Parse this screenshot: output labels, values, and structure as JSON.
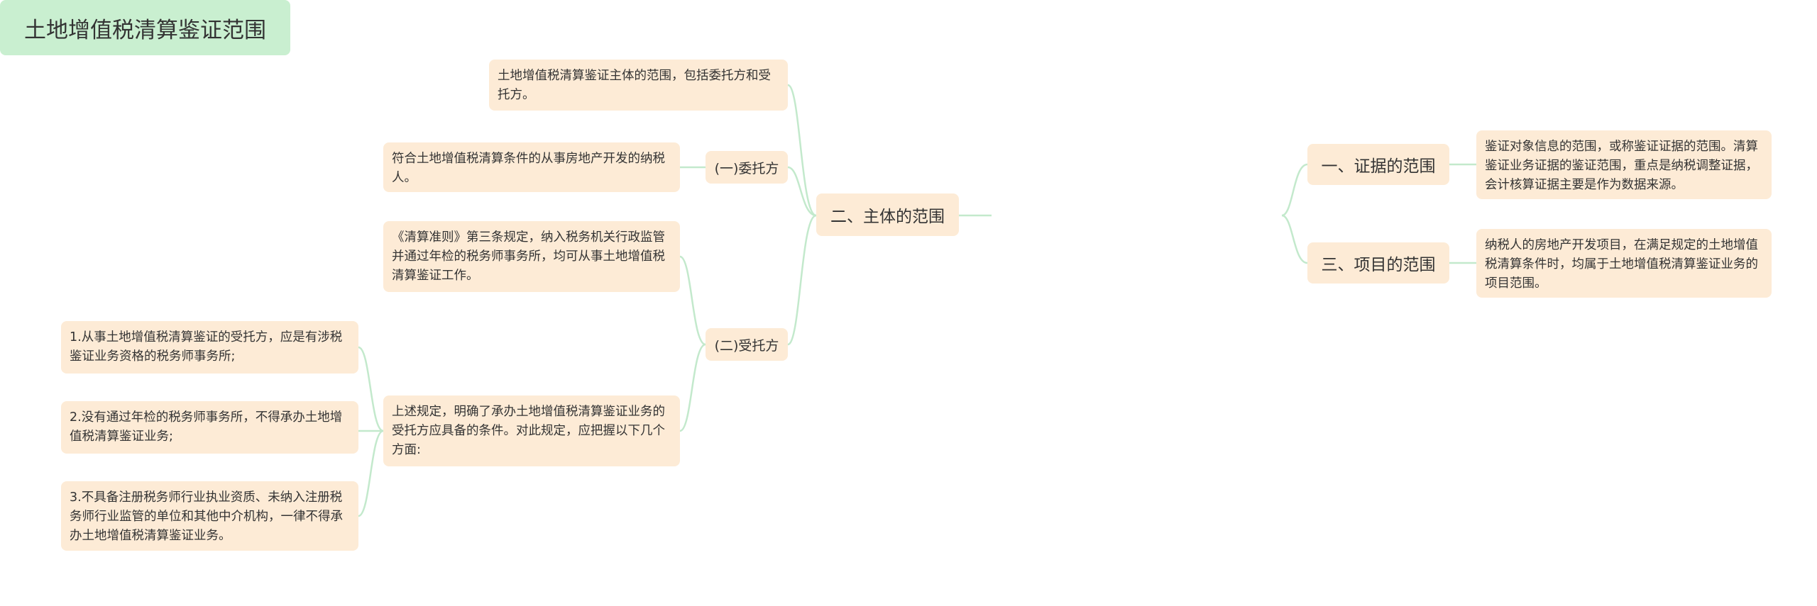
{
  "root": {
    "label": "土地增值税清算鉴证范围"
  },
  "branches": {
    "subject": {
      "label": "二、主体的范围"
    },
    "evidence": {
      "label": "一、证据的范围"
    },
    "project": {
      "label": "三、项目的范围"
    }
  },
  "subs": {
    "principal": {
      "label": "(一)委托方"
    },
    "agent": {
      "label": "(二)受托方"
    }
  },
  "leaves": {
    "subject_scope": "土地增值税清算鉴证主体的范围，包括委托方和受托方。",
    "principal_desc": "符合土地增值税清算条件的从事房地产开发的纳税人。",
    "agent_rule": "《清算准则》第三条规定，纳入税务机关行政监管并通过年检的税务师事务所，均可从事土地增值税清算鉴证工作。",
    "agent_conditions": "上述规定，明确了承办土地增值税清算鉴证业务的受托方应具备的条件。对此规定，应把握以下几个方面:",
    "cond_1": "1.从事土地增值税清算鉴证的受托方，应是有涉税鉴证业务资格的税务师事务所;",
    "cond_2": "2.没有通过年检的税务师事务所，不得承办土地增值税清算鉴证业务;",
    "cond_3": "3.不具备注册税务师行业执业资质、未纳入注册税务师行业监管的单位和其他中介机构，一律不得承办土地增值税清算鉴证业务。",
    "evidence_desc": "鉴证对象信息的范围，或称鉴证证据的范围。清算鉴证业务证据的鉴证范围，重点是纳税调整证据，会计核算证据主要是作为数据来源。",
    "project_desc": "纳税人的房地产开发项目，在满足规定的土地增值税清算条件时，均属于土地增值税清算鉴证业务的项目范围。"
  },
  "colors": {
    "connector": "#c3e9cc",
    "root_fill": "#c9efd0",
    "node_fill": "#fdebd6"
  }
}
